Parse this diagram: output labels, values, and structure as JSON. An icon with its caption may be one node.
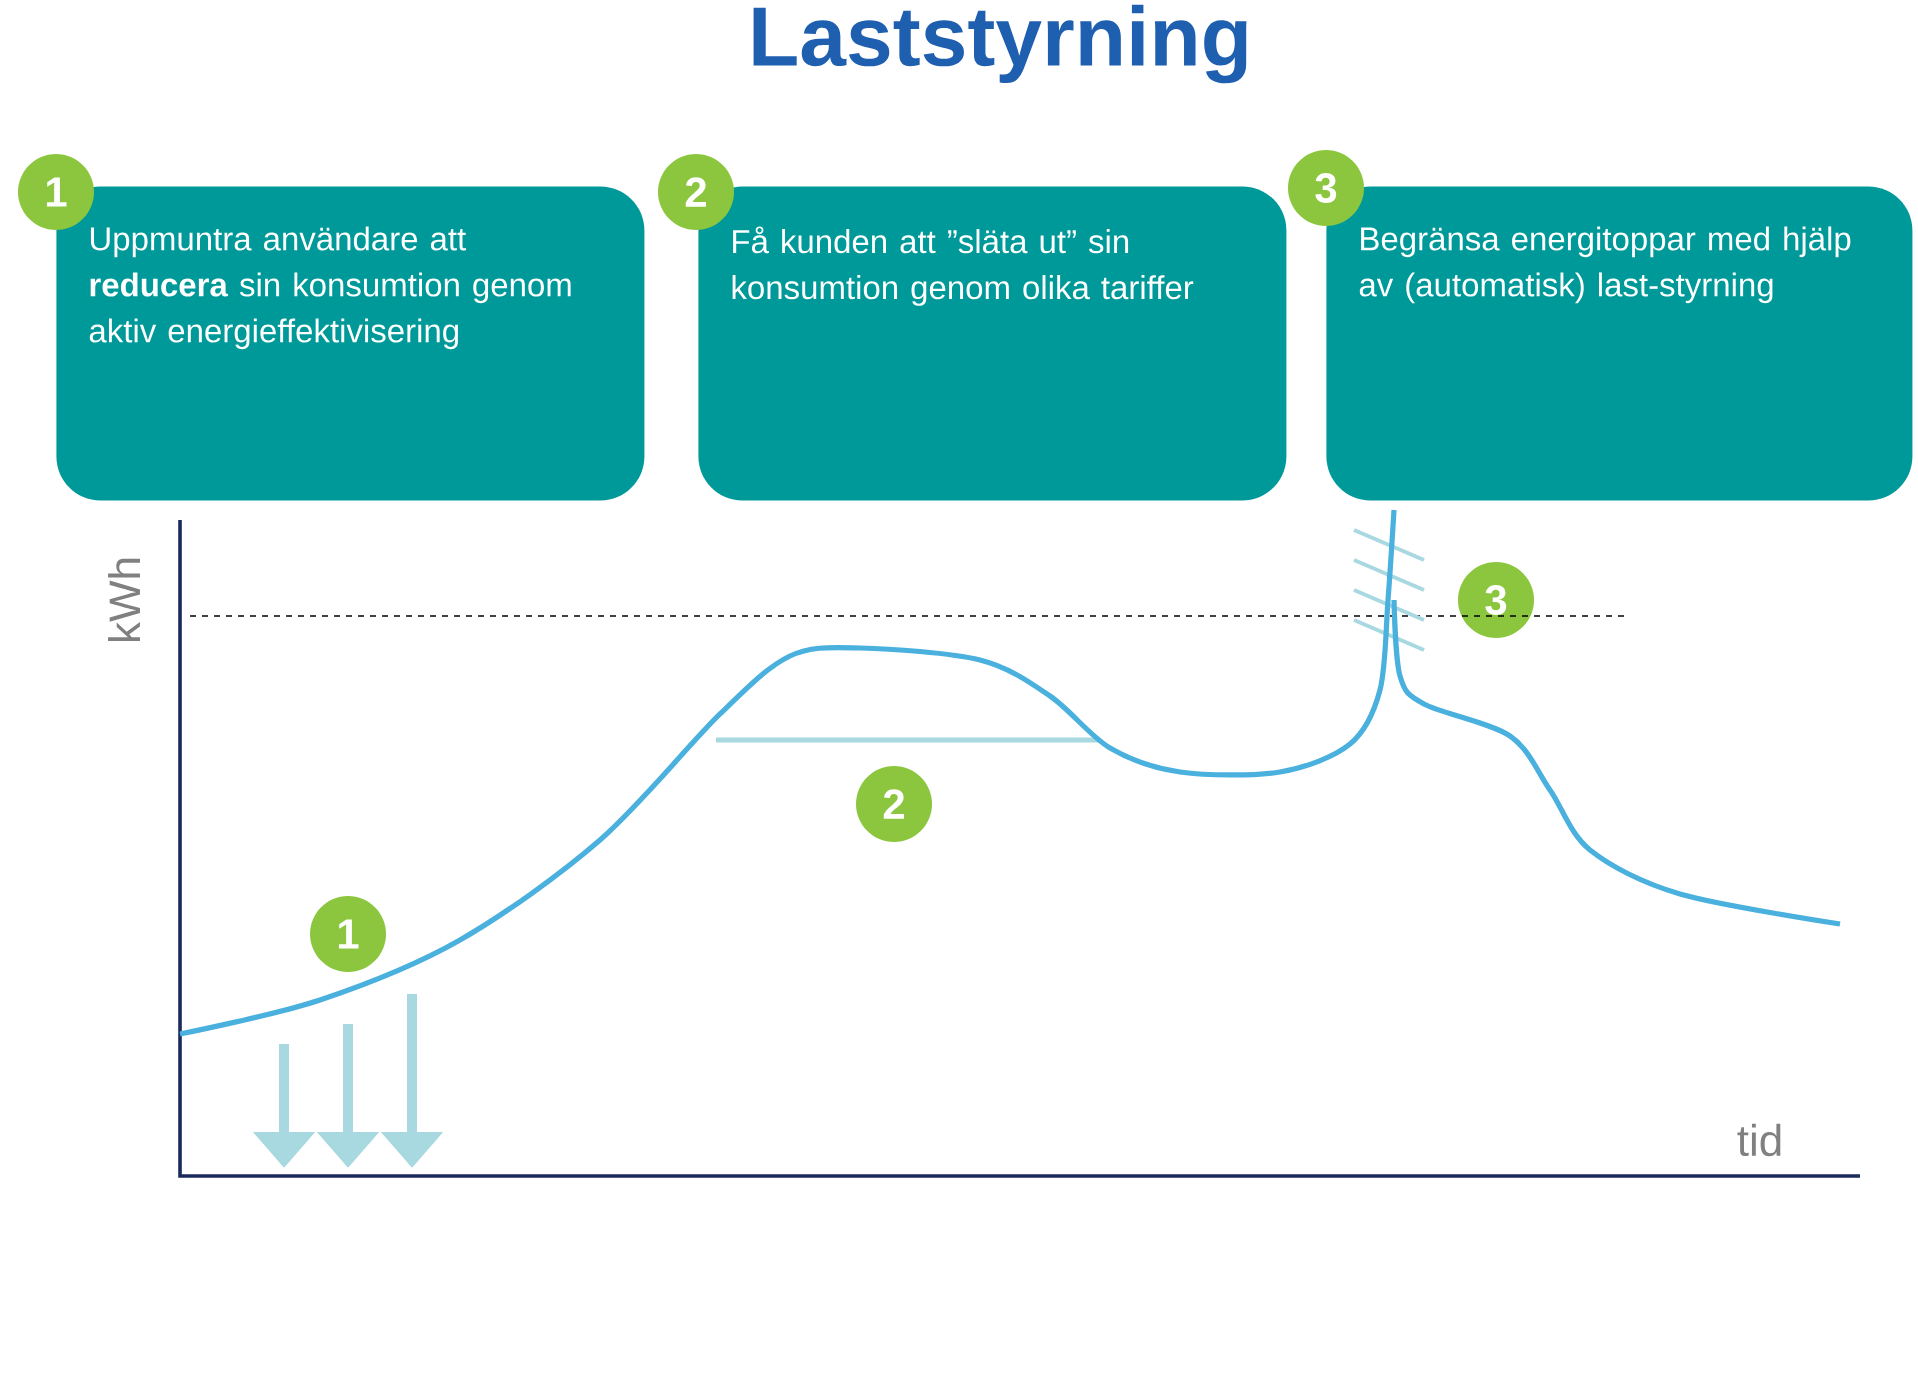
{
  "diagram": {
    "title": "Laststyrning",
    "nodes": [
      {
        "text": [
          "Uppmuntra användare att **reducera** sin konsumtion genom aktiv energieffektivisering"
        ]
      },
      {
        "text": [
          "Få kunden att ”släta ut” sin konsumtion genom olika tariffer"
        ]
      },
      {
        "text": [
          "Begränsa energitoppar med hjälp av (automatisk) last-styrning"
        ]
      },
      {
        "text": [
          "1"
        ]
      },
      {
        "text": [
          "2"
        ]
      },
      {
        "text": [
          "3"
        ]
      },
      {
        "text": [
          "1"
        ]
      },
      {
        "text": [
          "2"
        ]
      },
      {
        "text": [
          "3"
        ]
      }
    ],
    "edges": [],
    "labels": [
      "kWh",
      "tid"
    ]
  }
}
